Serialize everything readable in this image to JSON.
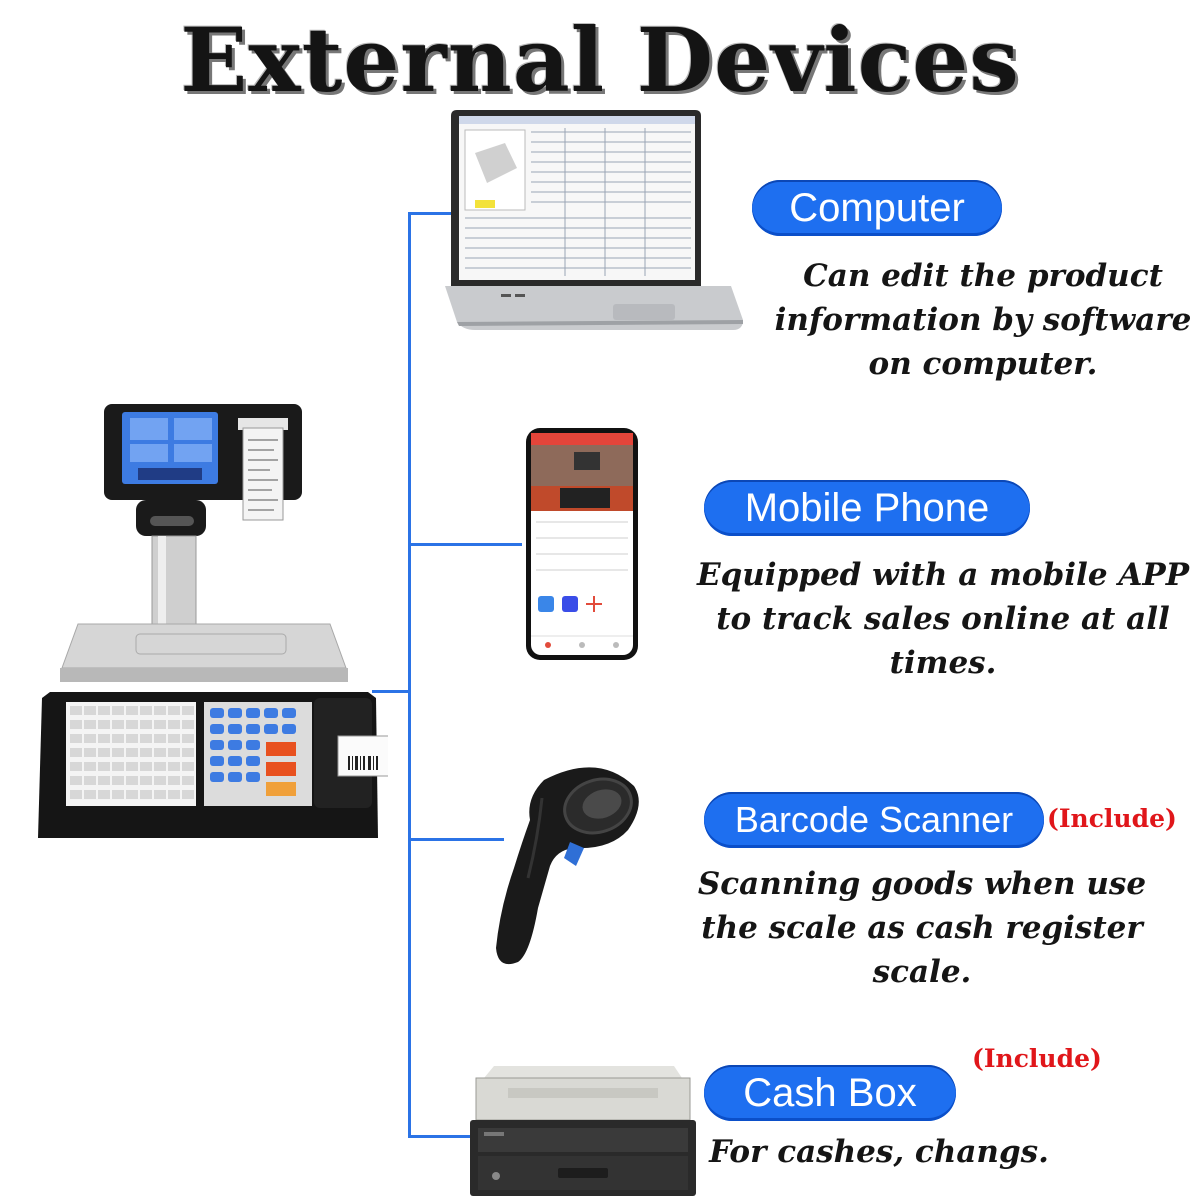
{
  "title": "External Devices",
  "devices": [
    {
      "label": "Computer",
      "include": "",
      "description_lines": [
        "Can edit the product",
        "information by software",
        "on computer."
      ]
    },
    {
      "label": "Mobile Phone",
      "include": "",
      "description_lines": [
        "Equipped with a mobile APP",
        "to track sales online at all",
        "times."
      ]
    },
    {
      "label": "Barcode Scanner",
      "include": "(Include)",
      "description_lines": [
        "Scanning goods when use",
        "the scale as cash register scale."
      ]
    },
    {
      "label": "Cash Box",
      "include": "(Include)",
      "description_lines": [
        "For cashes, changs."
      ]
    }
  ],
  "colors": {
    "pill": "#1e6ff0",
    "connector": "#2b73e6",
    "include": "#e0161a"
  }
}
